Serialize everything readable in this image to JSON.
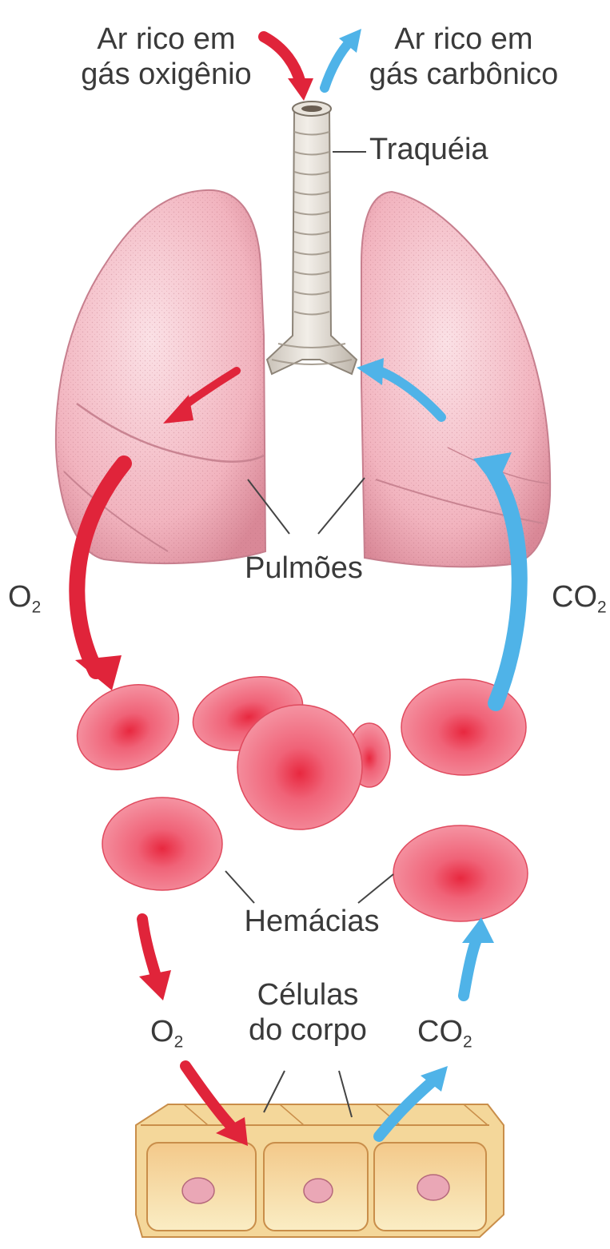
{
  "labels": {
    "air_in": [
      "Ar rico em",
      "gás oxigênio"
    ],
    "air_out": [
      "Ar rico em",
      "gás carbônico"
    ],
    "trachea": "Traquéia",
    "lungs": "Pulmões",
    "oxygen_left": {
      "base": "O",
      "sub": "2"
    },
    "co2_right": {
      "base": "CO",
      "sub": "2"
    },
    "red_cells": "Hemácias",
    "body_cells": [
      "Células",
      "do corpo"
    ],
    "oxygen_bottom": {
      "base": "O",
      "sub": "2"
    },
    "co2_bottom": {
      "base": "CO",
      "sub": "2"
    }
  },
  "colors": {
    "oxygen_arrow": "#e0243a",
    "co2_arrow": "#4fb3e8",
    "lung": "#f3b9c2",
    "red_cell": "#ee5a6e",
    "body_cell": "#f6e2a8",
    "label_text": "#3a3a3a"
  }
}
